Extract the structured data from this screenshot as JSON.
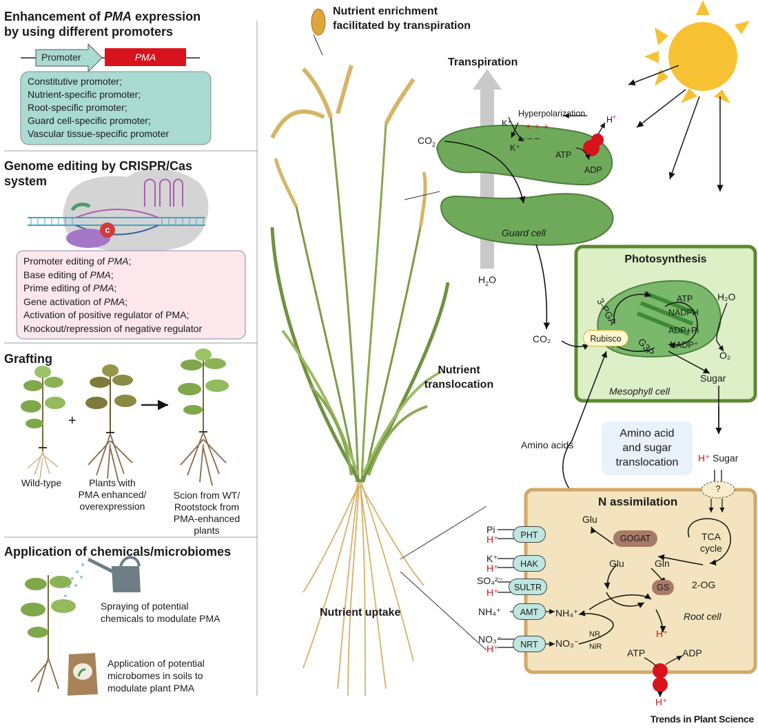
{
  "left": {
    "promoters": {
      "title_pre": "Enhancement of ",
      "title_pma": "PMA",
      "title_post": " expression",
      "title_line2": "by using different promoters",
      "promoter_label": "Promoter",
      "pma_label": "PMA",
      "items": [
        "Constitutive promoter;",
        "Nutrient-specific promoter;",
        "Root-specific promoter;",
        "Guard cell-specific promoter;",
        "Vascular tissue-specific promoter"
      ]
    },
    "crispr": {
      "title_line1": "Genome editing by CRISPR/Cas",
      "title_line2": "system",
      "protein_label": "c",
      "items": [
        {
          "pre": "Promoter editing of ",
          "em": "PMA",
          "post": ";"
        },
        {
          "pre": "Base editing of ",
          "em": "PMA",
          "post": ";"
        },
        {
          "pre": "Prime editing of ",
          "em": "PMA",
          "post": ";"
        },
        {
          "pre": "Gene activation of ",
          "em": "PMA",
          "post": ";"
        },
        {
          "pre": "Activation of positive regulator of PMA;",
          "em": "",
          "post": ""
        },
        {
          "pre": "Knockout/repression of negative regulator",
          "em": "",
          "post": ""
        }
      ]
    },
    "grafting": {
      "title": "Grafting",
      "plus": "+",
      "wildtype": "Wild-type",
      "enhanced": [
        "Plants with",
        "PMA enhanced/",
        "overexpression"
      ],
      "scion": [
        "Scion from WT/",
        "Rootstock from",
        "PMA-enhanced",
        "plants"
      ]
    },
    "chemicals": {
      "title": "Application of chemicals/microbiomes",
      "spraying": [
        "Spraying of potential",
        "chemicals to modulate PMA"
      ],
      "microbiomes": [
        "Application of potential",
        "microbomes in soils to",
        "modulate plant PMA"
      ]
    }
  },
  "plant": {
    "enrichment": [
      "Nutrient enrichment",
      "facilitated by transpiration"
    ],
    "translocation": [
      "Nutrient",
      "translocation"
    ],
    "uptake": "Nutrient uptake"
  },
  "guard": {
    "transpiration": "Transpiration",
    "hyperpolarization": "Hyperpolarization",
    "kplus": "K⁺",
    "h": "H",
    "plus_sup": "+",
    "plus_signs": "+ + +",
    "minus_signs": "– – –",
    "atp": "ATP",
    "adp": "ADP",
    "co2": "CO",
    "two": "2",
    "guard_cell": "Guard cell",
    "h2o_h": "H",
    "h2o_o": "O"
  },
  "photosynthesis": {
    "title": "Photosynthesis",
    "pga": "3-PGA",
    "rubisco": "Rubisco",
    "g3p": "G3P",
    "atp": "ATP",
    "nadph": "NADPH",
    "adp_pi": "ADP+Pi",
    "nadp": "NADP⁺",
    "h2o": "H₂O",
    "o2": "O₂",
    "co2": "CO₂",
    "sugar": "Sugar",
    "mesophyll": "Mesophyll cell"
  },
  "translocation": {
    "box": [
      "Amino acid",
      "and sugar",
      "translocation"
    ],
    "amino_acids": "Amino acids",
    "h": "H⁺",
    "sugar": "Sugar",
    "question": "?"
  },
  "root": {
    "title": "N assimilation",
    "transporters": [
      {
        "name": "PHT",
        "ion": "Pi",
        "h": "H⁺"
      },
      {
        "name": "HAK",
        "ion": "K⁺",
        "h": "H⁺"
      },
      {
        "name": "SULTR",
        "ion": "SO₄²⁻",
        "h": "H⁺"
      },
      {
        "name": "AMT",
        "ion": "NH₄⁺",
        "h": ""
      },
      {
        "name": "NRT",
        "ion": "NO₃⁻",
        "h": "H⁺"
      }
    ],
    "glu_top": "Glu",
    "gogat": "GOGAT",
    "glu": "Glu",
    "gln": "Gln",
    "gs": "GS",
    "tca": [
      "TCA",
      "cycle"
    ],
    "og": "2-OG",
    "nh4": "NH₄⁺",
    "no3": "NO₃⁻",
    "nr": "NR",
    "nir": "NiR",
    "h": "H⁺",
    "root_cell": "Root cell",
    "atp": "ATP",
    "adp": "ADP",
    "h_out": "H⁺"
  },
  "credit": "Trends in Plant Science",
  "colors": {
    "green_panel": "#dcefc7",
    "green_border": "#5b8a2d",
    "root_panel": "#f3e4bf",
    "root_border": "#d0a868",
    "teal": "#a9dbd3",
    "pink": "#fbe7ec",
    "pma_red": "#d9131b"
  }
}
